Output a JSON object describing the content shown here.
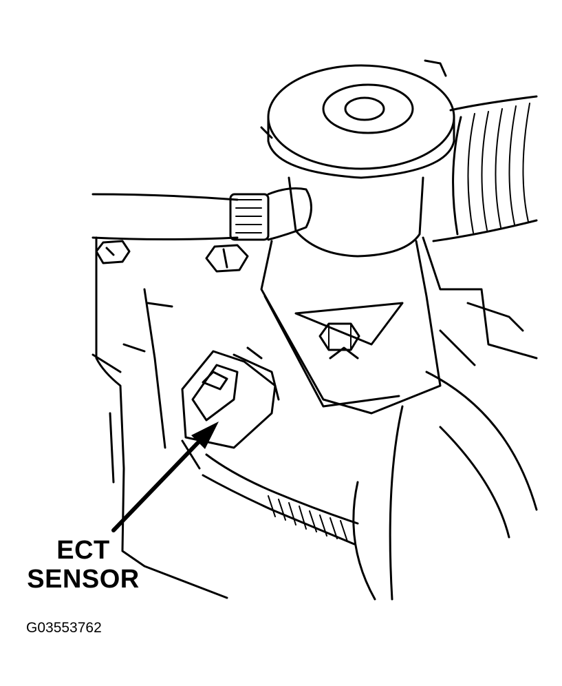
{
  "callout": {
    "line1": "ECT",
    "line2": "SENSOR"
  },
  "figure_id": "G03553762",
  "colors": {
    "ink": "#000000",
    "paper": "#ffffff"
  }
}
